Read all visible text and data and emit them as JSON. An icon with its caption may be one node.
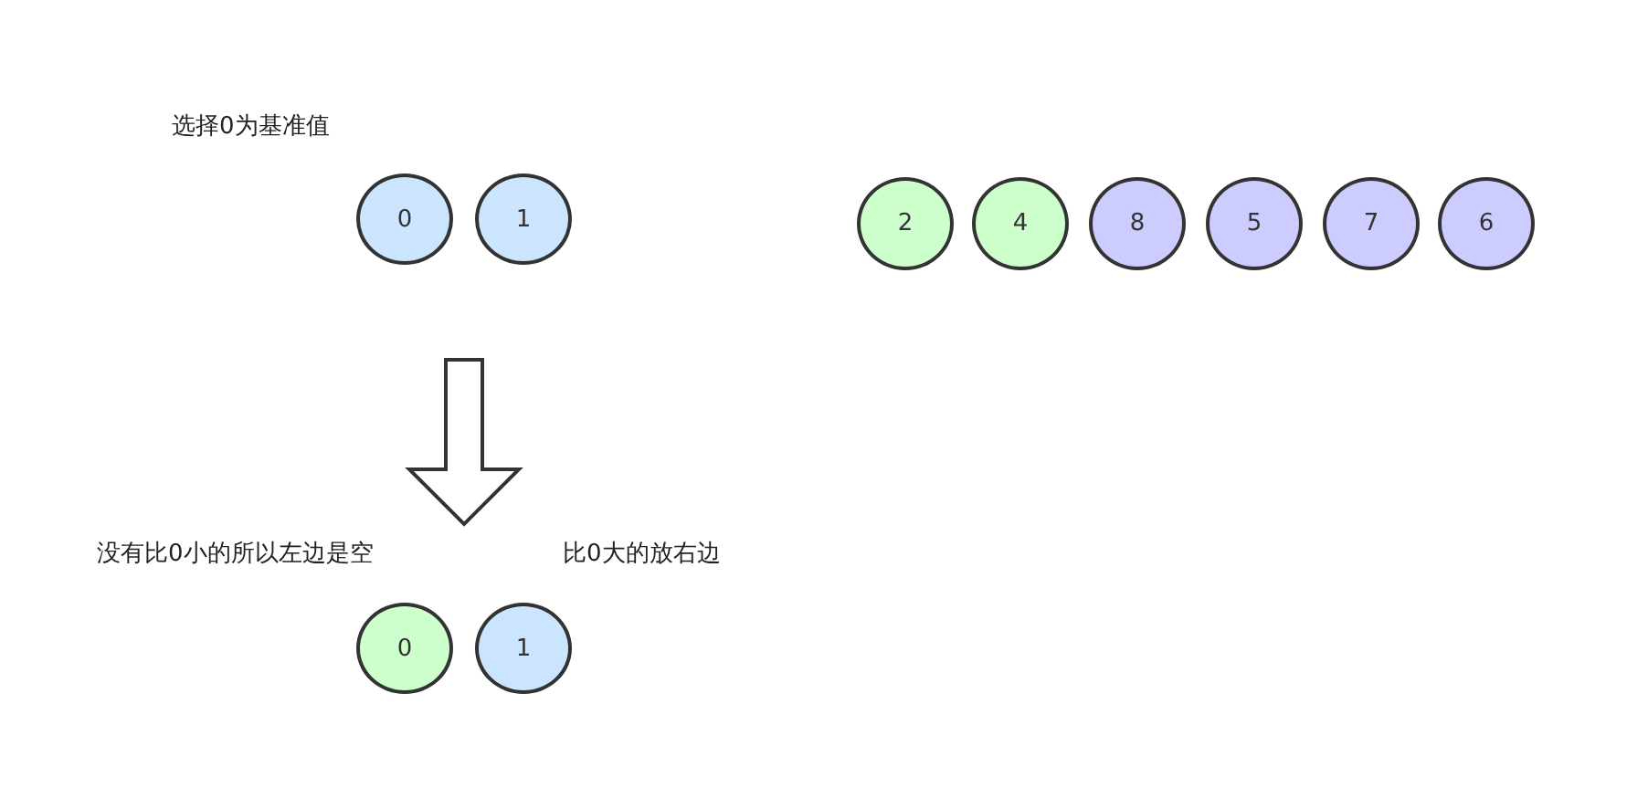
{
  "diagram": {
    "nodes": [
      {
        "text": [
          "0"
        ]
      },
      {
        "text": [
          "1"
        ]
      },
      {
        "text": [
          "2"
        ]
      },
      {
        "text": [
          "4"
        ]
      },
      {
        "text": [
          "8"
        ]
      },
      {
        "text": [
          "5"
        ]
      },
      {
        "text": [
          "7"
        ]
      },
      {
        "text": [
          "6"
        ]
      },
      {
        "text": [
          "0"
        ]
      },
      {
        "text": [
          "1"
        ]
      }
    ],
    "labels": [
      "选择0为基准值",
      "没有比0小的所以左边是空",
      "比0大的放右边"
    ]
  }
}
